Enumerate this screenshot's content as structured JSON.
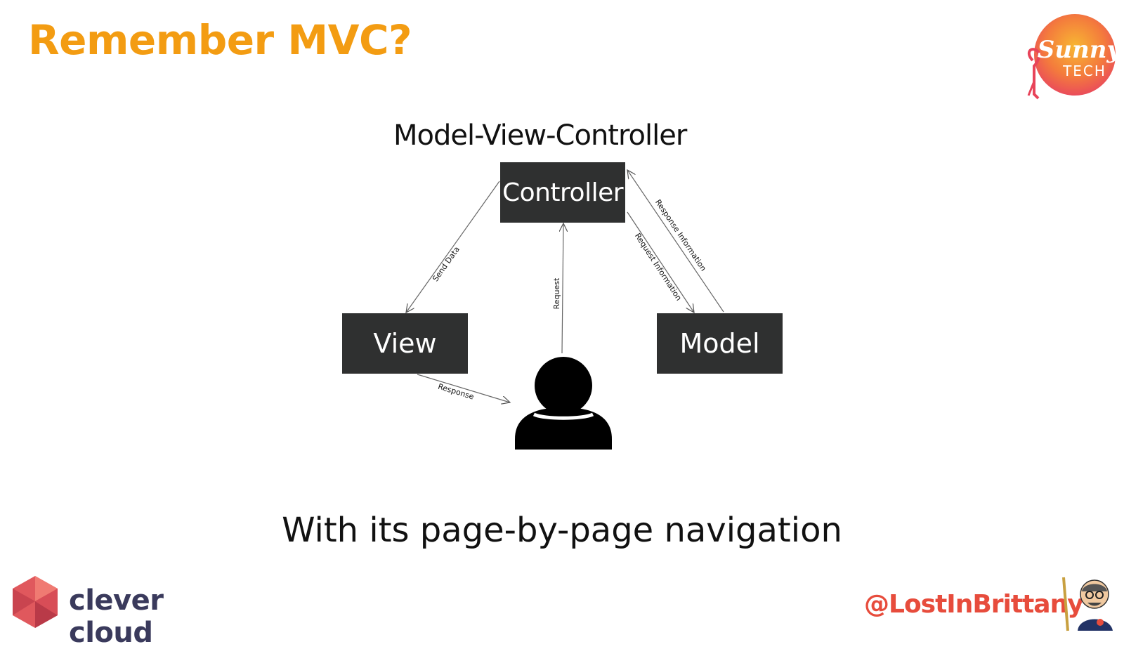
{
  "slide": {
    "title": "Remember MVC?",
    "caption": "With its page-by-page navigation"
  },
  "diagram": {
    "title": "Model-View-Controller",
    "nodes": {
      "controller": "Controller",
      "view": "View",
      "model": "Model"
    },
    "edges": {
      "send_data": "Send Data",
      "request": "Request",
      "request_information": "Request Information",
      "response_information": "Response Information",
      "response": "Response"
    }
  },
  "branding": {
    "sunny_logo_line1": "Sunny",
    "sunny_logo_line2": "TECH",
    "clever_cloud": "clever cloud",
    "handle": "@LostInBrittany"
  },
  "colors": {
    "title_orange": "#f39c12",
    "box_dark": "#2f3030",
    "handle_red": "#e74c3c"
  }
}
